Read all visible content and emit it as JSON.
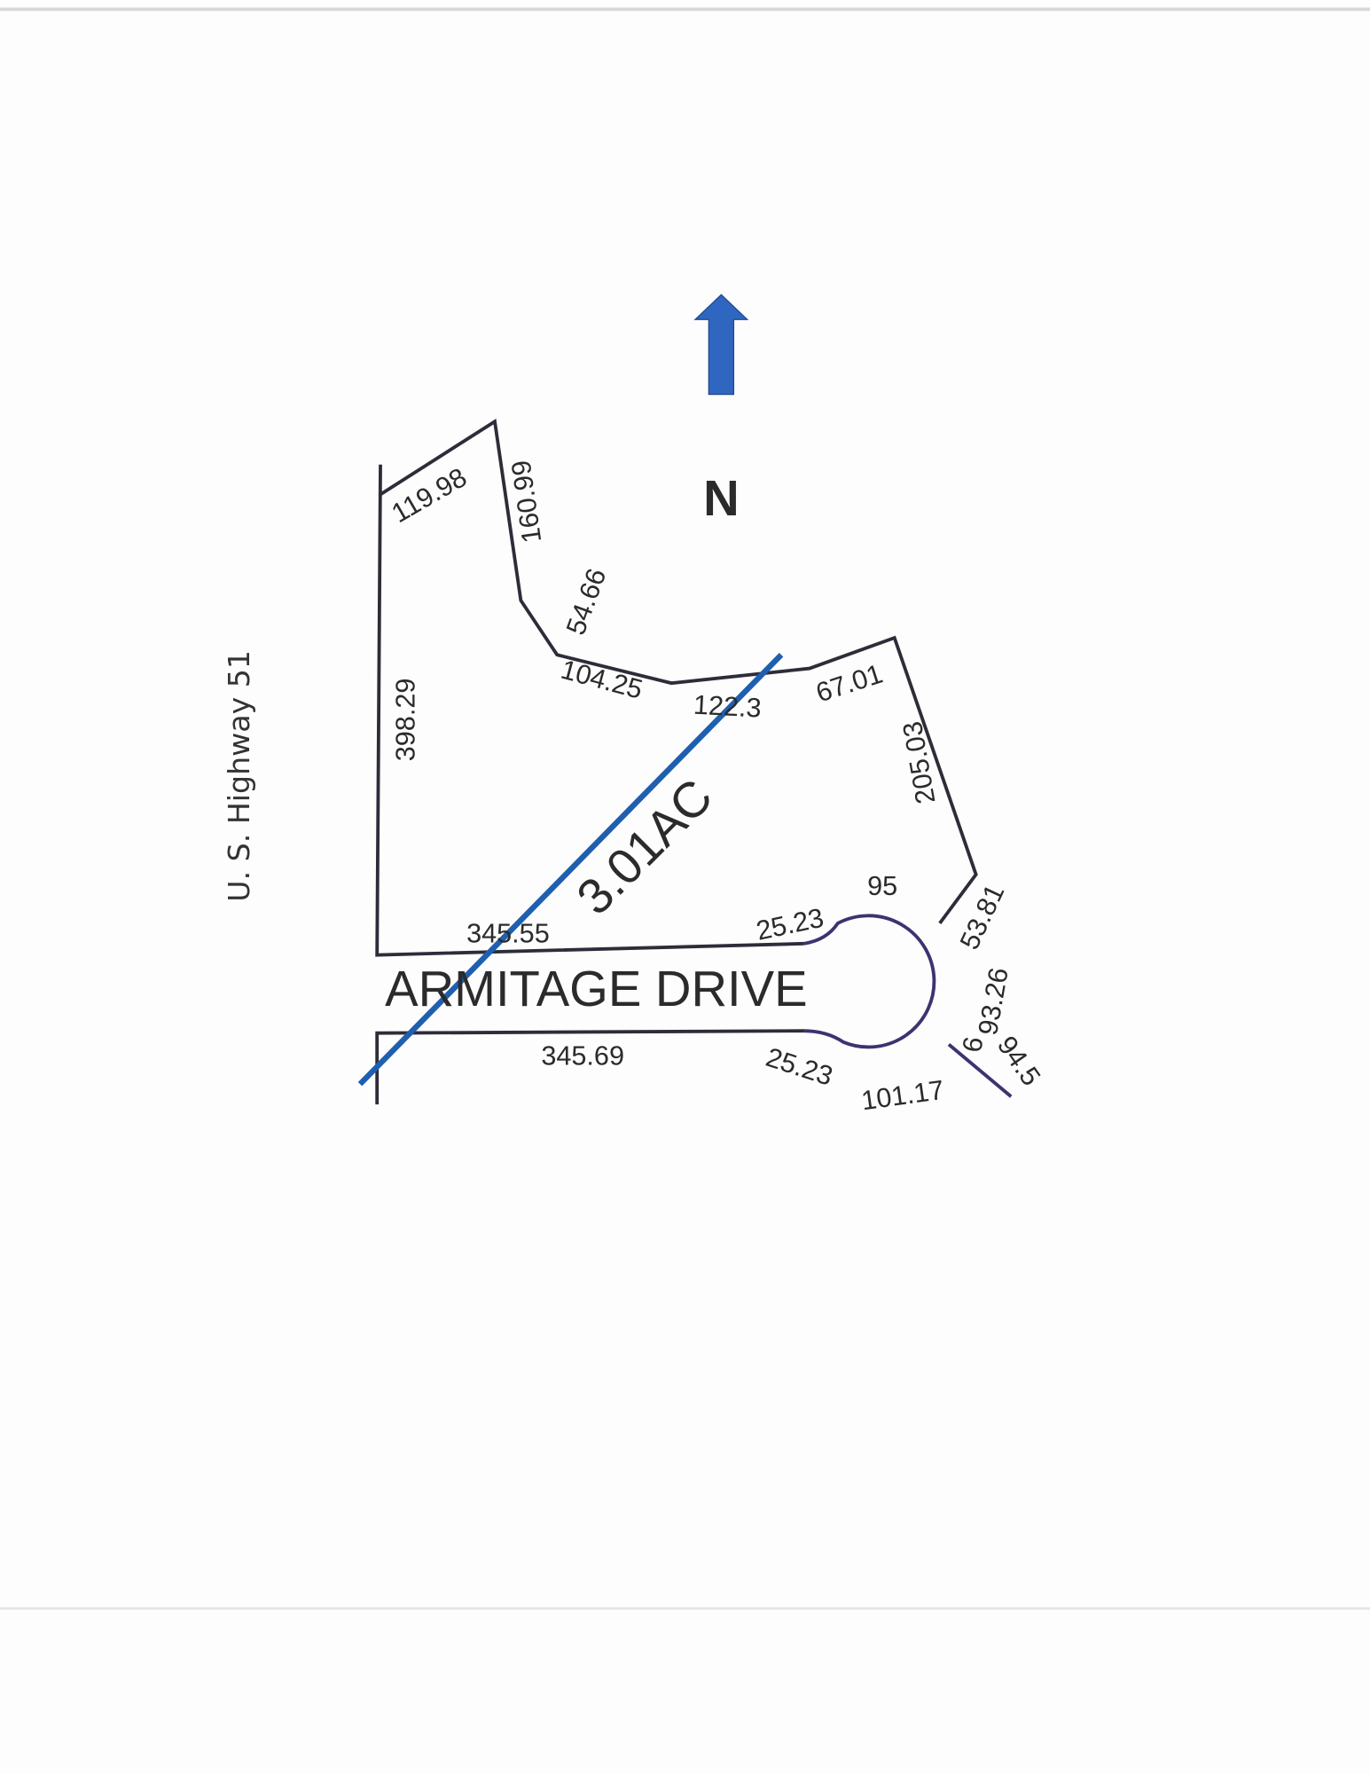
{
  "road_label": "U. S. Highway 51",
  "north_label": "N",
  "street_name": "ARMITAGE DRIVE",
  "acreage": "3.01AC",
  "dimensions": {
    "top_left": "119.98",
    "upper_edge": "160.99",
    "angled_edge": "54.66",
    "north_edge_1": "104.25",
    "north_edge_2": "122.3",
    "north_edge_3": "67.01",
    "east_edge": "205.03",
    "west_edge": "398.29",
    "south_edge": "345.55",
    "street_arc_north": "25.23",
    "cul_de_sac_arc_north": "95",
    "se_edge": "53.81",
    "cul_de_sac_arc_east": "93.26",
    "cul_de_sac_arc_east_2": "6",
    "se_lower": "94.5",
    "opposite_south": "345.69",
    "street_arc_south": "25.23",
    "cul_de_sac_arc_south": "101.17"
  },
  "colors": {
    "line": "#2d2d3a",
    "cul_de_sac": "#3a3470",
    "strike": "#1f5fb0",
    "arrow": "#2f66c0"
  }
}
